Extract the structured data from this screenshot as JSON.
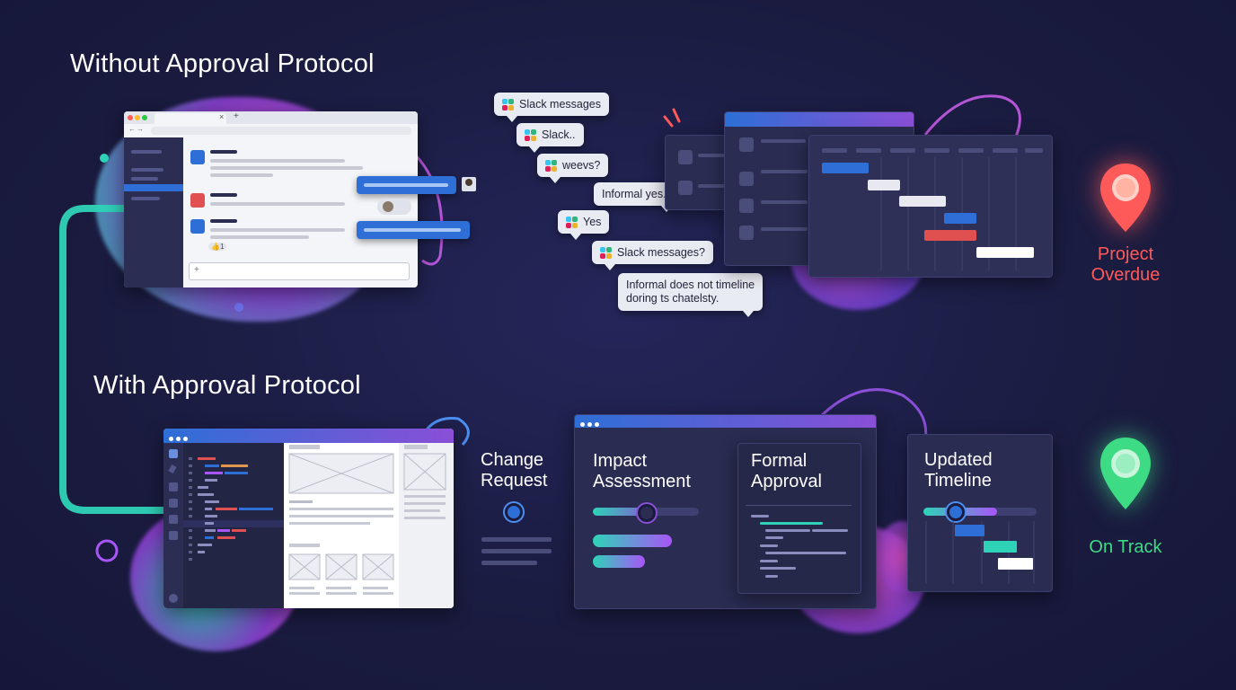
{
  "headings": {
    "without": "Without Approval Protocol",
    "with": "With Approval Protocol"
  },
  "top_row": {
    "bubbles": [
      {
        "text": "Slack messages",
        "slack_icon": true
      },
      {
        "text": "Slack..",
        "slack_icon": true
      },
      {
        "text": "weevs?",
        "slack_icon": true
      },
      {
        "text": "Informal yes...",
        "slack_icon": false
      },
      {
        "text": "Yes",
        "slack_icon": true
      },
      {
        "text": "Slack messages?",
        "slack_icon": true
      },
      {
        "text": "Informal does not timeline\ndoring ts chatelsty.",
        "slack_icon": false
      }
    ],
    "chat_reactions": "👍1",
    "status": "Project\nOverdue"
  },
  "bottom_row": {
    "steps": {
      "change_request": "Change\nRequest",
      "impact_assessment": "Impact\nAssessment",
      "formal_approval": "Formal\nApproval",
      "updated_timeline": "Updated\nTimeline"
    },
    "status": "On Track"
  },
  "colors": {
    "background": "#1a1b3f",
    "teal": "#2ed3b7",
    "purple": "#9b4fd6",
    "pink": "#d94fc0",
    "blue": "#2d6fd6",
    "overdue_red": "#ff5a5a",
    "on_track_green": "#3ddc84"
  },
  "icons": [
    "slack-icon",
    "map-pin-icon",
    "avatar-icon"
  ]
}
